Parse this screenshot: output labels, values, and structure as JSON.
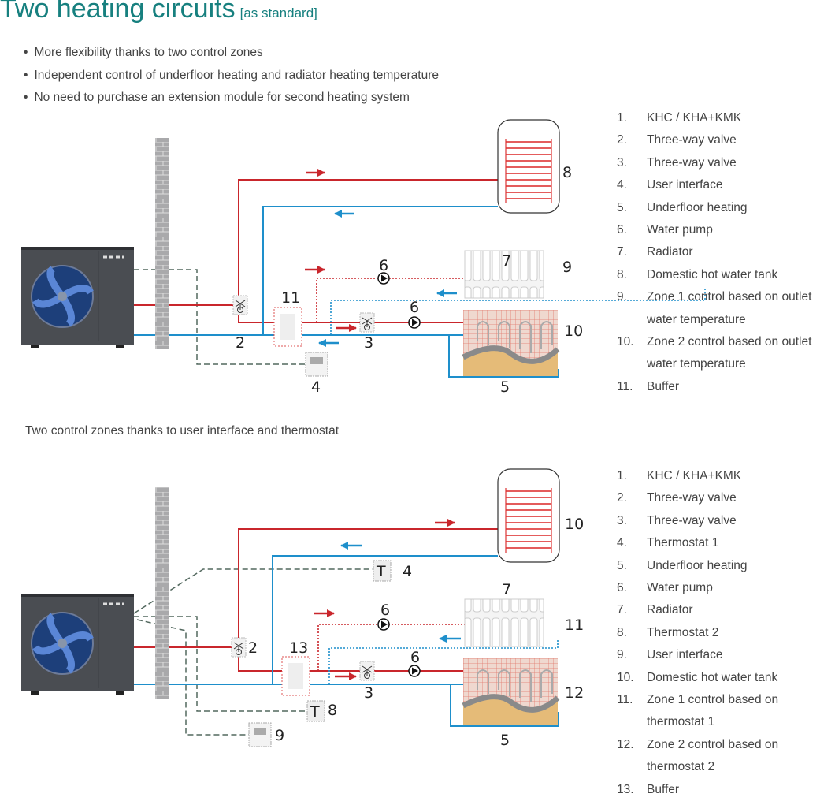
{
  "header": {
    "title": "Two heating circuits",
    "subtitle": "[as standard]"
  },
  "bullets": [
    "More flexibility thanks to two control zones",
    "Independent control of underfloor heating and radiator heating temperature",
    "No need to purchase an extension module for second heating system"
  ],
  "caption": "Two control zones thanks to user interface and thermostat",
  "colors": {
    "title": "#17807f",
    "supply": "#c9262c",
    "return": "#1e8fcb",
    "control": "#52685e",
    "unit": "#4a4d52"
  },
  "diagram1": {
    "labels": {
      "tank": "8",
      "radiator": "7",
      "zone1": "9",
      "pump_top": "6",
      "buffer": "11",
      "pump_bottom": "6",
      "zone2": "10",
      "valve2": "2",
      "valve3": "3",
      "ui": "4",
      "underfloor": "5"
    },
    "legend": [
      {
        "n": "1.",
        "t": "KHC / KHA+KMK"
      },
      {
        "n": "2.",
        "t": "Three-way valve"
      },
      {
        "n": "3.",
        "t": "Three-way valve"
      },
      {
        "n": "4.",
        "t": "User interface"
      },
      {
        "n": "5.",
        "t": "Underfloor heating"
      },
      {
        "n": "6.",
        "t": "Water pump"
      },
      {
        "n": "7.",
        "t": "Radiator"
      },
      {
        "n": "8.",
        "t": "Domestic hot water tank"
      },
      {
        "n": "9.",
        "t": "Zone 1 control based on outlet\nwater temperature"
      },
      {
        "n": "10.",
        "t": "Zone 2 control based on outlet\nwater temperature"
      },
      {
        "n": "11.",
        "t": "Buffer"
      }
    ]
  },
  "diagram2": {
    "labels": {
      "tank": "10",
      "radiator": "7",
      "zone1": "11",
      "pump_top": "6",
      "buffer": "13",
      "pump_bottom": "6",
      "zone2": "12",
      "valve2": "2",
      "valve3": "3",
      "thermostat1": "4",
      "thermostat2": "8",
      "ui": "9",
      "underfloor": "5",
      "t_symbol": "T"
    },
    "legend": [
      {
        "n": "1.",
        "t": "KHC / KHA+KMK"
      },
      {
        "n": "2.",
        "t": "Three-way valve"
      },
      {
        "n": "3.",
        "t": "Three-way valve"
      },
      {
        "n": "4.",
        "t": "Thermostat 1"
      },
      {
        "n": "5.",
        "t": "Underfloor heating"
      },
      {
        "n": "6.",
        "t": "Water pump"
      },
      {
        "n": "7.",
        "t": "Radiator"
      },
      {
        "n": "8.",
        "t": "Thermostat 2"
      },
      {
        "n": "9.",
        "t": "User interface"
      },
      {
        "n": "10.",
        "t": "Domestic hot water tank"
      },
      {
        "n": "11.",
        "t": "Zone 1 control based on\nthermostat 1"
      },
      {
        "n": "12.",
        "t": "Zone 2 control based on\nthermostat 2"
      },
      {
        "n": "13.",
        "t": "Buffer"
      }
    ]
  }
}
